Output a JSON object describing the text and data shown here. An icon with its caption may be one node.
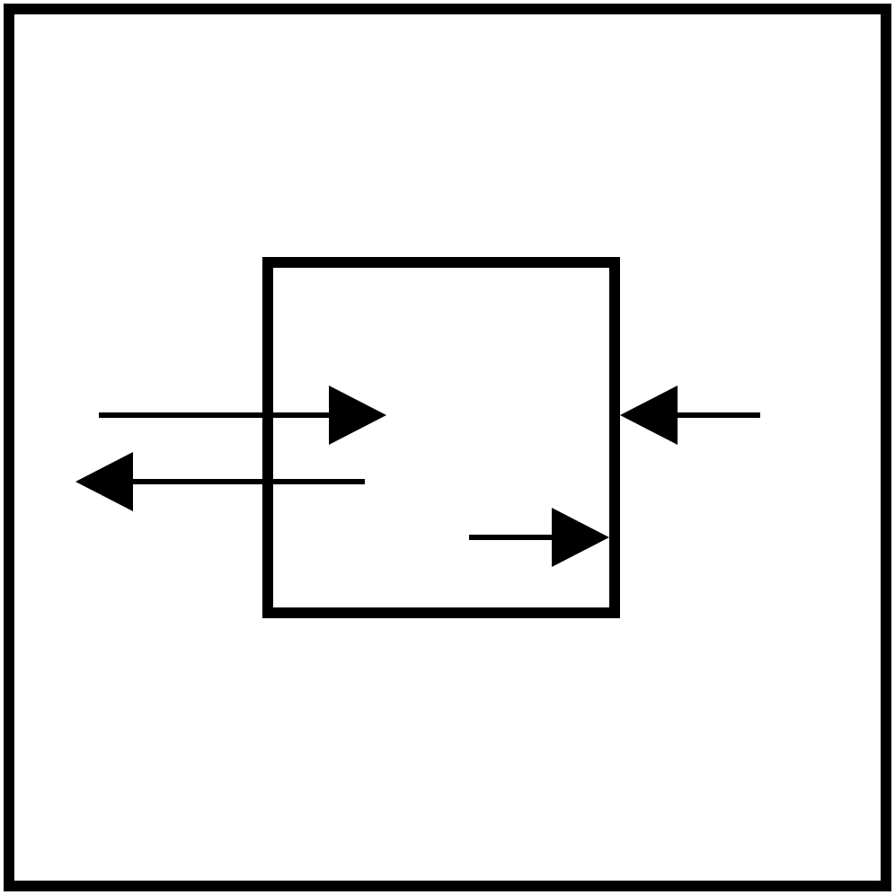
{
  "diagram": {
    "nodes": [
      {
        "text": [],
        "shape": "box"
      },
      {
        "text": [],
        "shape": "box",
        "in": 0
      }
    ],
    "edges": [
      {
        "from": null,
        "to": 1,
        "arrow": "to"
      },
      {
        "from": 1,
        "to": null,
        "arrow": "to"
      },
      {
        "from": null,
        "to": 1,
        "arrow": "to"
      },
      {
        "from": null,
        "to": 1,
        "arrow": "to"
      }
    ]
  }
}
